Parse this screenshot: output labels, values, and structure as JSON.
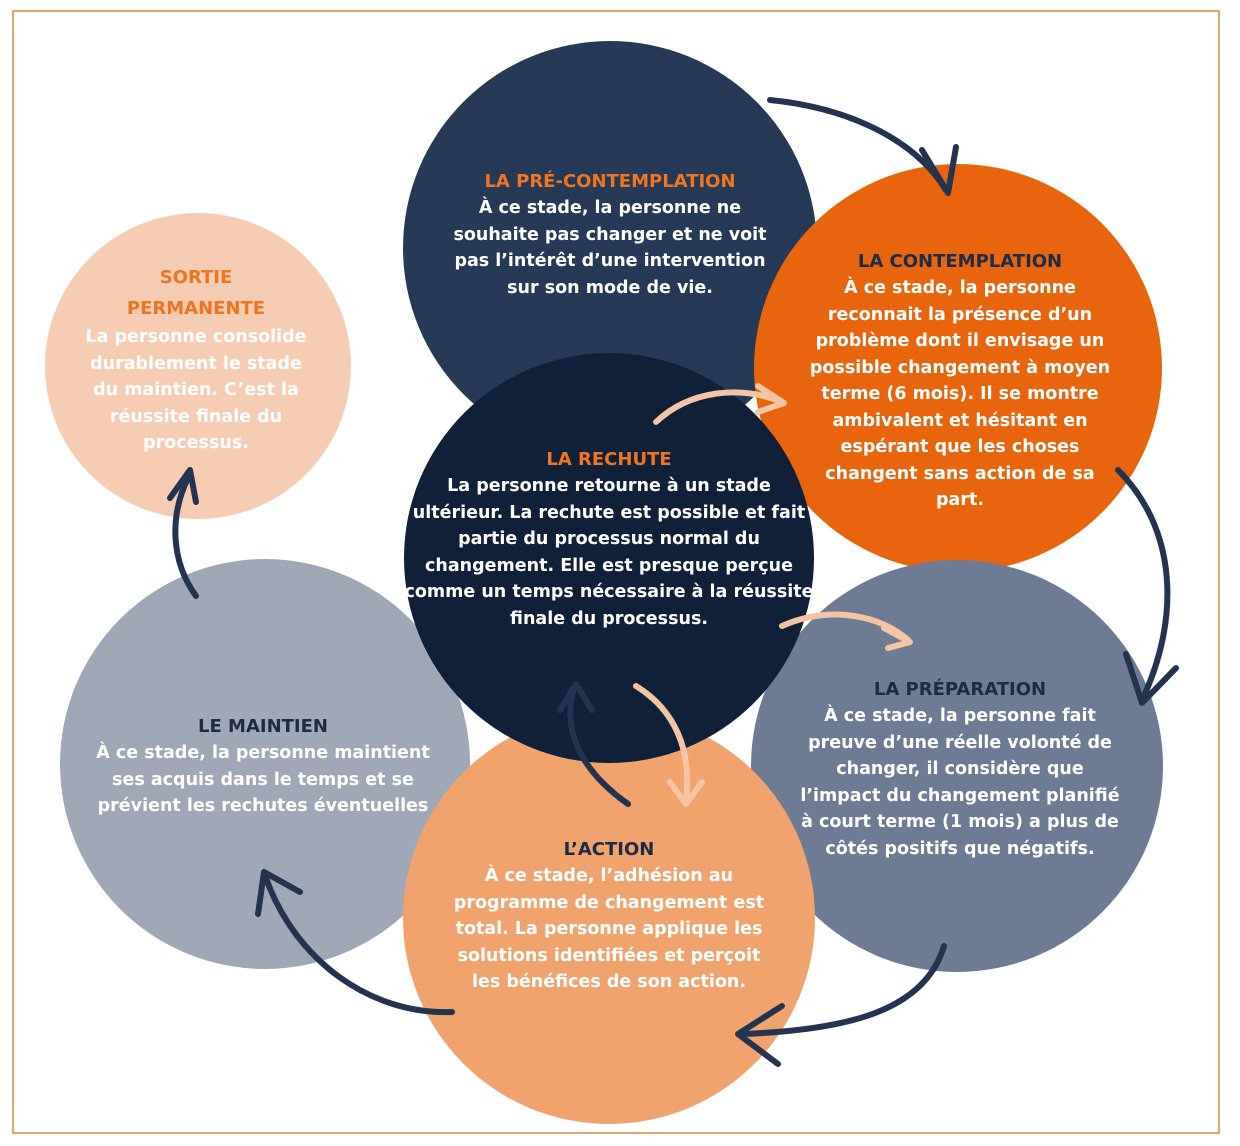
{
  "stages": {
    "precontemplation": {
      "title": "LA PRÉ-CONTEMPLATION",
      "text": "À ce stade, la personne ne souhaite pas changer et ne voit pas l’intérêt d’une intervention sur son mode de vie.",
      "color": "#263a57"
    },
    "contemplation": {
      "title": "LA CONTEMPLATION",
      "text": "À ce stade, la personne reconnait la présence d’un problème dont il envisage un possible changement à moyen terme (6 mois). Il se montre ambivalent et hésitant en espérant que les choses changent sans action de sa part.",
      "color": "#e8650e"
    },
    "preparation": {
      "title": "LA PRÉPARATION",
      "text": "À ce stade, la personne fait preuve d’une réelle volonté de changer, il considère que l’impact du changement planifié à court terme (1 mois) a plus de côtés positifs que négatifs.",
      "color": "#6e7b94"
    },
    "action": {
      "title": "L’ACTION",
      "text": "À ce stade, l’adhésion au programme de changement est total. La personne applique les solutions identifiées et perçoit les bénéfices de son action.",
      "color": "#f0a36d"
    },
    "maintien": {
      "title": "LE MAINTIEN",
      "text": "À ce stade, la personne maintient ses acquis dans le temps et se prévient les rechutes éventuelles",
      "color": "#a0a8b8"
    },
    "sortie": {
      "title_line1": "SORTIE",
      "title_line2": "PERMANENTE",
      "text": "La personne consolide durablement le stade du maintien. C’est la réussite finale du processus.",
      "color": "#f6cdb2"
    },
    "rechute": {
      "title": "LA RECHUTE",
      "text": "La personne retourne à un stade ultérieur. La rechute est possible et fait partie du processus normal du changement. Elle est presque perçue comme un temps nécessaire à la réussite finale du processus.",
      "color": "#0f2038"
    }
  },
  "colors": {
    "accent_orange": "#f07520",
    "arrow_dark": "#233350",
    "arrow_light": "#f4c4a4",
    "frame": "#e3a66c"
  }
}
